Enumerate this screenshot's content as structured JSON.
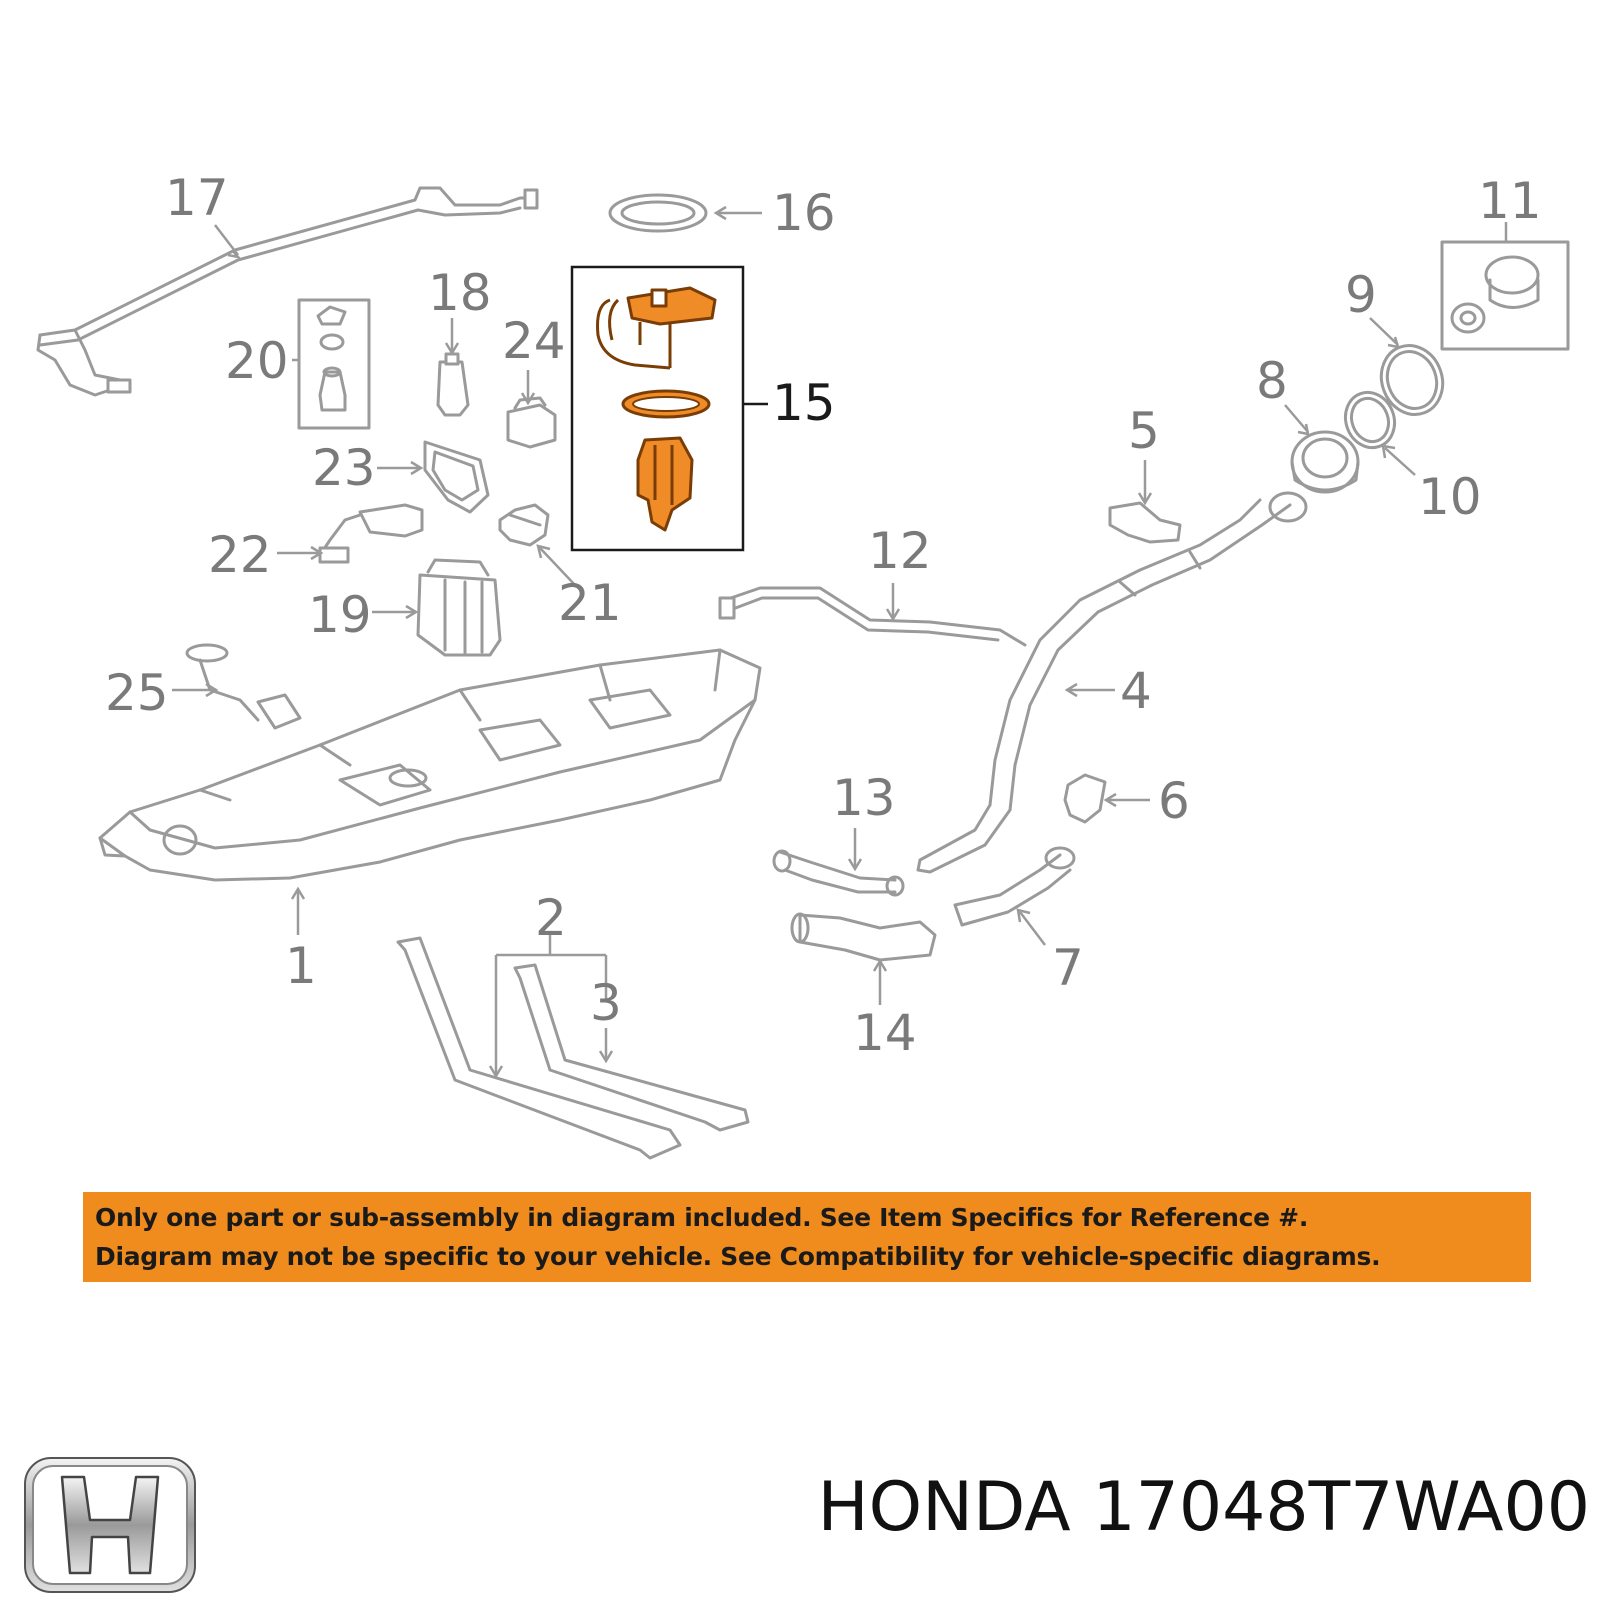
{
  "diagram": {
    "callouts": [
      {
        "id": "1",
        "label": "1",
        "highlight": false
      },
      {
        "id": "2",
        "label": "2",
        "highlight": false
      },
      {
        "id": "3",
        "label": "3",
        "highlight": false
      },
      {
        "id": "4",
        "label": "4",
        "highlight": false
      },
      {
        "id": "5",
        "label": "5",
        "highlight": false
      },
      {
        "id": "6",
        "label": "6",
        "highlight": false
      },
      {
        "id": "7",
        "label": "7",
        "highlight": false
      },
      {
        "id": "8",
        "label": "8",
        "highlight": false
      },
      {
        "id": "9",
        "label": "9",
        "highlight": false
      },
      {
        "id": "10",
        "label": "10",
        "highlight": false
      },
      {
        "id": "11",
        "label": "11",
        "highlight": false
      },
      {
        "id": "12",
        "label": "12",
        "highlight": false
      },
      {
        "id": "13",
        "label": "13",
        "highlight": false
      },
      {
        "id": "14",
        "label": "14",
        "highlight": false
      },
      {
        "id": "15",
        "label": "15",
        "highlight": true
      },
      {
        "id": "16",
        "label": "16",
        "highlight": false
      },
      {
        "id": "17",
        "label": "17",
        "highlight": false
      },
      {
        "id": "18",
        "label": "18",
        "highlight": false
      },
      {
        "id": "19",
        "label": "19",
        "highlight": false
      },
      {
        "id": "20",
        "label": "20",
        "highlight": false
      },
      {
        "id": "21",
        "label": "21",
        "highlight": false
      },
      {
        "id": "22",
        "label": "22",
        "highlight": false
      },
      {
        "id": "23",
        "label": "23",
        "highlight": false
      },
      {
        "id": "24",
        "label": "24",
        "highlight": false
      },
      {
        "id": "25",
        "label": "25",
        "highlight": false
      }
    ],
    "highlight_color": "#f08c28",
    "line_color": "#9a9a9a"
  },
  "notice": {
    "line1": "Only one part or sub-assembly in diagram included. See Item Specifics for Reference #.",
    "line2": "Diagram may not be specific to your vehicle. See Compatibility for vehicle-specific diagrams.",
    "background_color": "#f08c1e"
  },
  "brand": {
    "logo_icon": "honda-h-logo-icon",
    "name": "HONDA",
    "part_number": "17048T7WA00"
  }
}
